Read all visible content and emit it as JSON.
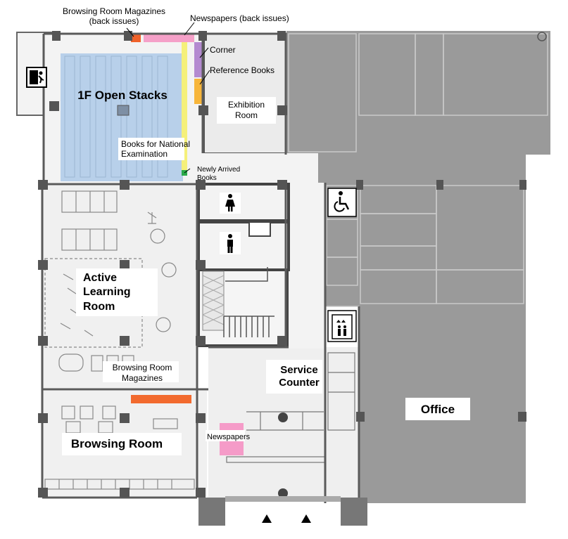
{
  "labels": {
    "browsing_mag_back_1": "Browsing Room Magazines",
    "browsing_mag_back_2": "(back issues)",
    "newspapers_back": "Newspapers  (back issues)",
    "corner": "Corner",
    "reference_books": "Reference Books",
    "open_stacks": "1F Open Stacks",
    "exhibition_1": "Exhibition",
    "exhibition_2": "Room",
    "national_exam_1": "Books for National",
    "national_exam_2": "Examination",
    "newly_arrived_1": "Newly Arrived",
    "newly_arrived_2": "Books",
    "active_learning_1": "Active",
    "active_learning_2": "Learning",
    "active_learning_3": "Room",
    "browsing_mag_1": "Browsing Room",
    "browsing_mag_2": "Magazines",
    "service_counter_1": "Service",
    "service_counter_2": "Counter",
    "office": "Office",
    "newspapers": "Newspapers",
    "browsing_room": "Browsing Room"
  },
  "icons": {
    "exit": "emergency-exit-icon",
    "women": "womens-restroom-icon",
    "men": "mens-restroom-icon",
    "accessible": "wheelchair-icon",
    "elevator": "elevator-icon",
    "entrance": "entrance-arrow-icon"
  },
  "colors": {
    "open_stacks": "#b8d0ea",
    "office": "#9a9a9a",
    "magazines_back": "#f0622a",
    "newspapers_back": "#f5a0c8",
    "corner": "#b48ad0",
    "reference": "#f7b53a",
    "national_exam": "#f5f07a",
    "newly_arrived": "#2ba94a",
    "magazines": "#f26a2e",
    "newspapers": "#f59bc8",
    "wall": "#5a5a5a",
    "floor": "#efefef"
  }
}
